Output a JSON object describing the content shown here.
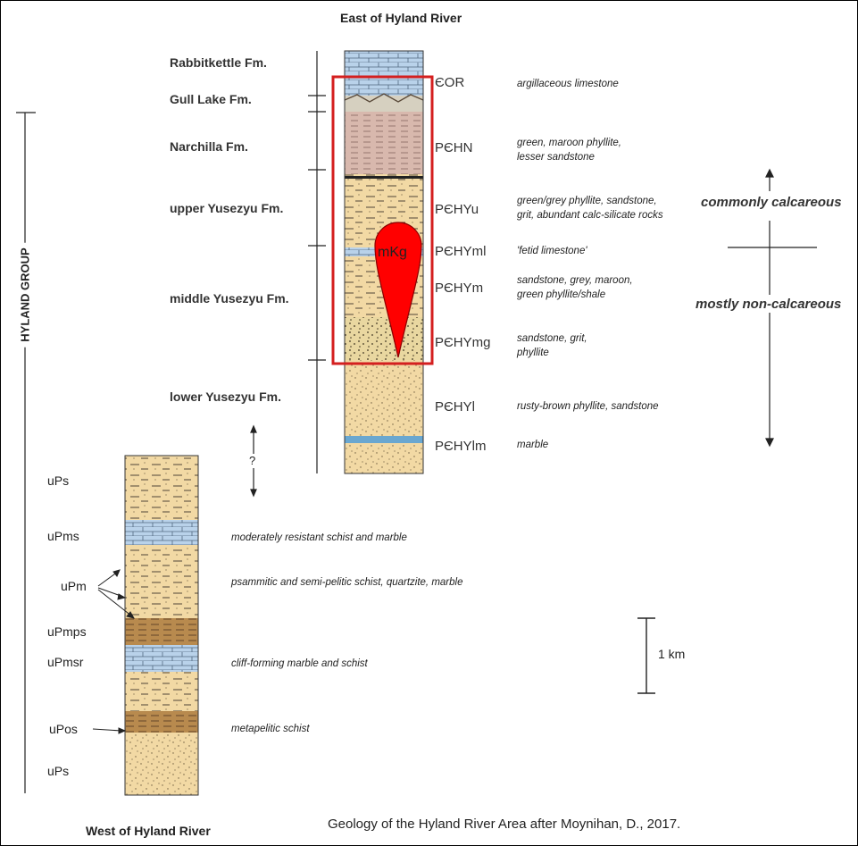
{
  "east_heading": "East of Hyland River",
  "west_heading": "West of Hyland River",
  "group_label": "HYLAND GROUP",
  "east_formations": [
    "Rabbitkettle Fm.",
    "Gull Lake Fm.",
    "Narchilla Fm.",
    "upper Yusezyu Fm.",
    "middle Yusezyu Fm.",
    "lower Yusezyu Fm."
  ],
  "east_units": [
    {
      "code": "ЄOR",
      "desc": [
        "argillaceous limestone"
      ]
    },
    {
      "code": "PЄHN",
      "desc": [
        "green, maroon phyllite,",
        "lesser sandstone"
      ]
    },
    {
      "code": "PЄHYu",
      "desc": [
        "green/grey phyllite, sandstone,",
        "grit, abundant calc-silicate rocks"
      ]
    },
    {
      "code": "PЄHYml",
      "desc": [
        "'fetid limestone'"
      ]
    },
    {
      "code": "PЄHYm",
      "desc": [
        "sandstone, grey, maroon,",
        "green phyllite/shale"
      ]
    },
    {
      "code": "PЄHYmg",
      "desc": [
        "sandstone, grit,",
        "phyllite"
      ]
    },
    {
      "code": "PЄHYl",
      "desc": [
        "rusty-brown phyllite, sandstone"
      ]
    },
    {
      "code": "PЄHYlm",
      "desc": [
        "marble"
      ]
    }
  ],
  "west_units": [
    {
      "code": "uPs",
      "desc": ""
    },
    {
      "code": "uPms",
      "desc": "moderately resistant schist and marble"
    },
    {
      "code": "uPm",
      "desc": "psammitic and semi-pelitic schist, quartzite, marble"
    },
    {
      "code": "uPmps",
      "desc": ""
    },
    {
      "code": "uPmsr",
      "desc": "cliff-forming marble and schist"
    },
    {
      "code": "uPos",
      "desc": "metapelitic schist"
    },
    {
      "code": "uPs",
      "desc": ""
    }
  ],
  "calcareous": {
    "upper": "commonly calcareous",
    "lower": "mostly non-calcareous"
  },
  "intrusion_label": "mKg",
  "question_mark": "?",
  "scale_label": "1 km",
  "caption": "Geology of the Hyland River Area after Moynihan, D., 2017.",
  "colors": {
    "limestone": "#b9d2ea",
    "sandstone": "#f2d9a4",
    "phyllite_pink": "#d8b8ad",
    "brown_band": "#b88a4e",
    "highlight_red": "#d41f1f",
    "intrusion": "#ff0000"
  }
}
